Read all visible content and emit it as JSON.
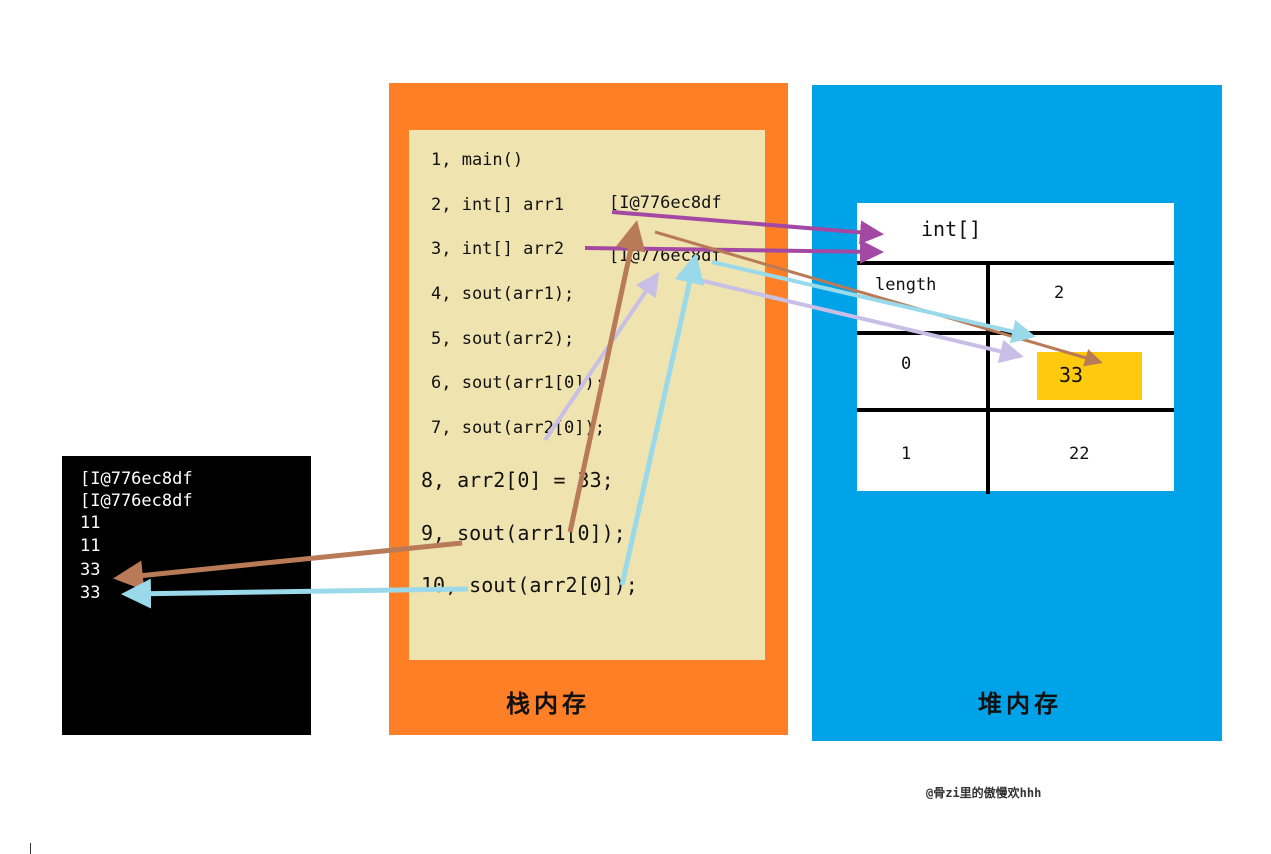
{
  "console": {
    "lines": [
      "[I@776ec8df",
      "[I@776ec8df",
      "11",
      "11",
      "33",
      "33"
    ]
  },
  "stack": {
    "label": "栈内存",
    "code_lines": [
      "1, main()",
      "2, int[] arr1",
      "3, int[] arr2",
      "4, sout(arr1);",
      "5, sout(arr2);",
      "6, sout(arr1[0]);",
      "7, sout(arr2[0]);",
      "8, arr2[0] = 33;",
      "9, sout(arr1[0]);",
      "10, sout(arr2[0]);"
    ],
    "arr1_address": "[I@776ec8df",
    "arr2_address": "[I@776ec8df"
  },
  "heap": {
    "label": "堆内存",
    "type_label": "int[]",
    "rows": [
      {
        "key": "length",
        "value": "2"
      },
      {
        "key": "0",
        "value": "33"
      },
      {
        "key": "1",
        "value": "22"
      }
    ]
  },
  "watermark": "@骨zi里的傲慢欢hhh",
  "colors": {
    "stack_outer": "#ff7f27",
    "stack_inner": "#efe4b0",
    "heap_outer": "#00a2e8",
    "highlight": "#ffc90e",
    "arrow_purple": "#a349a4",
    "arrow_brown": "#b97a57",
    "arrow_lightblue": "#99d9ea",
    "arrow_lavender": "#c8bfe7"
  }
}
